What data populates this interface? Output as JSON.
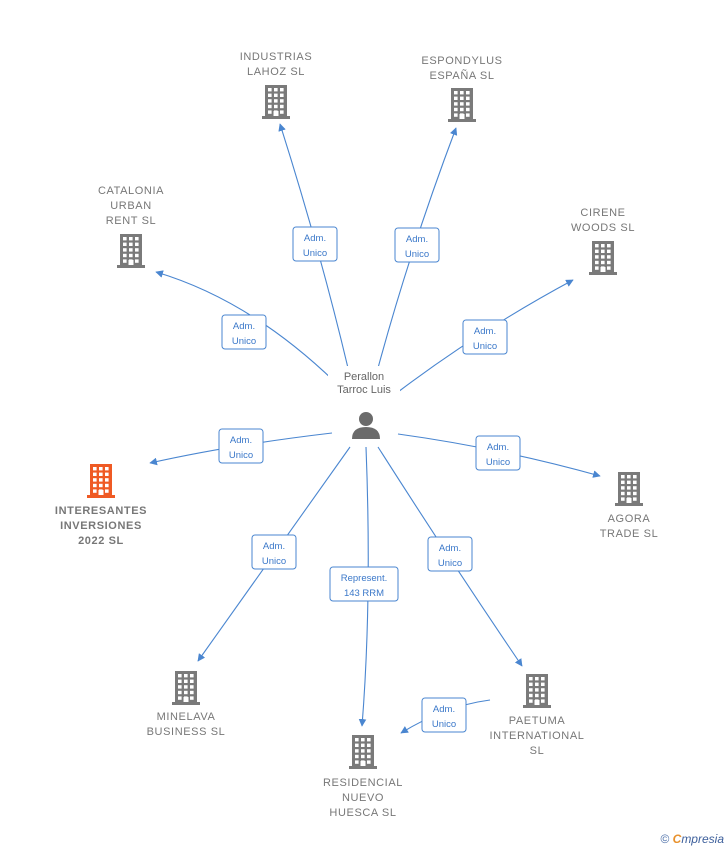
{
  "center": {
    "name_lines": [
      "Perallon",
      "Tarroc Luis"
    ],
    "icon": "person-icon"
  },
  "nodes": [
    {
      "id": "industrias-lahoz",
      "lines": [
        "INDUSTRIAS",
        "LAHOZ SL"
      ],
      "icon": "building-icon",
      "color": "#7a7a7a"
    },
    {
      "id": "espondylus-espana",
      "lines": [
        "ESPONDYLUS",
        "ESPAÑA  SL"
      ],
      "icon": "building-icon",
      "color": "#7a7a7a"
    },
    {
      "id": "catalonia-urban-rent",
      "lines": [
        "CATALONIA",
        "URBAN",
        "RENT  SL"
      ],
      "icon": "building-icon",
      "color": "#7a7a7a"
    },
    {
      "id": "cirene-woods",
      "lines": [
        "CIRENE",
        "WOODS  SL"
      ],
      "icon": "building-icon",
      "color": "#7a7a7a"
    },
    {
      "id": "interesantes-inversiones",
      "lines": [
        "INTERESANTES",
        "INVERSIONES",
        "2022  SL"
      ],
      "icon": "building-icon",
      "color": "#ef5a24",
      "highlight": true
    },
    {
      "id": "agora-trade",
      "lines": [
        "AGORA",
        "TRADE SL"
      ],
      "icon": "building-icon",
      "color": "#7a7a7a"
    },
    {
      "id": "minelava-business",
      "lines": [
        "MINELAVA",
        "BUSINESS  SL"
      ],
      "icon": "building-icon",
      "color": "#7a7a7a"
    },
    {
      "id": "residencial-nuevo-huesca",
      "lines": [
        "RESIDENCIAL",
        "NUEVO",
        "HUESCA  SL"
      ],
      "icon": "building-icon",
      "color": "#7a7a7a"
    },
    {
      "id": "paetuma-international",
      "lines": [
        "PAETUMA",
        "INTERNATIONAL",
        "SL"
      ],
      "icon": "building-icon",
      "color": "#7a7a7a"
    }
  ],
  "edges": [
    {
      "to": "industrias-lahoz",
      "lines": [
        "Adm.",
        "Unico"
      ]
    },
    {
      "to": "espondylus-espana",
      "lines": [
        "Adm.",
        "Unico"
      ]
    },
    {
      "to": "catalonia-urban-rent",
      "lines": [
        "Adm.",
        "Unico"
      ]
    },
    {
      "to": "cirene-woods",
      "lines": [
        "Adm.",
        "Unico"
      ]
    },
    {
      "to": "interesantes-inversiones",
      "lines": [
        "Adm.",
        "Unico"
      ]
    },
    {
      "to": "agora-trade",
      "lines": [
        "Adm.",
        "Unico"
      ]
    },
    {
      "to": "minelava-business",
      "lines": [
        "Adm.",
        "Unico"
      ]
    },
    {
      "to": "residencial-nuevo-huesca",
      "lines": [
        "Represent.",
        "143 RRM"
      ]
    },
    {
      "to": "paetuma-international",
      "lines": [
        "Adm.",
        "Unico"
      ]
    },
    {
      "from": "paetuma-international",
      "to": "residencial-nuevo-huesca",
      "lines": [
        "Adm.",
        "Unico"
      ]
    }
  ],
  "footer": {
    "copyright": "©",
    "brand_initial": "C",
    "brand_rest": "mpresia"
  },
  "colors": {
    "edge": "#4a86d0",
    "node_default": "#7a7a7a",
    "node_highlight": "#ef5a24",
    "center_icon": "#6b6b6b"
  }
}
